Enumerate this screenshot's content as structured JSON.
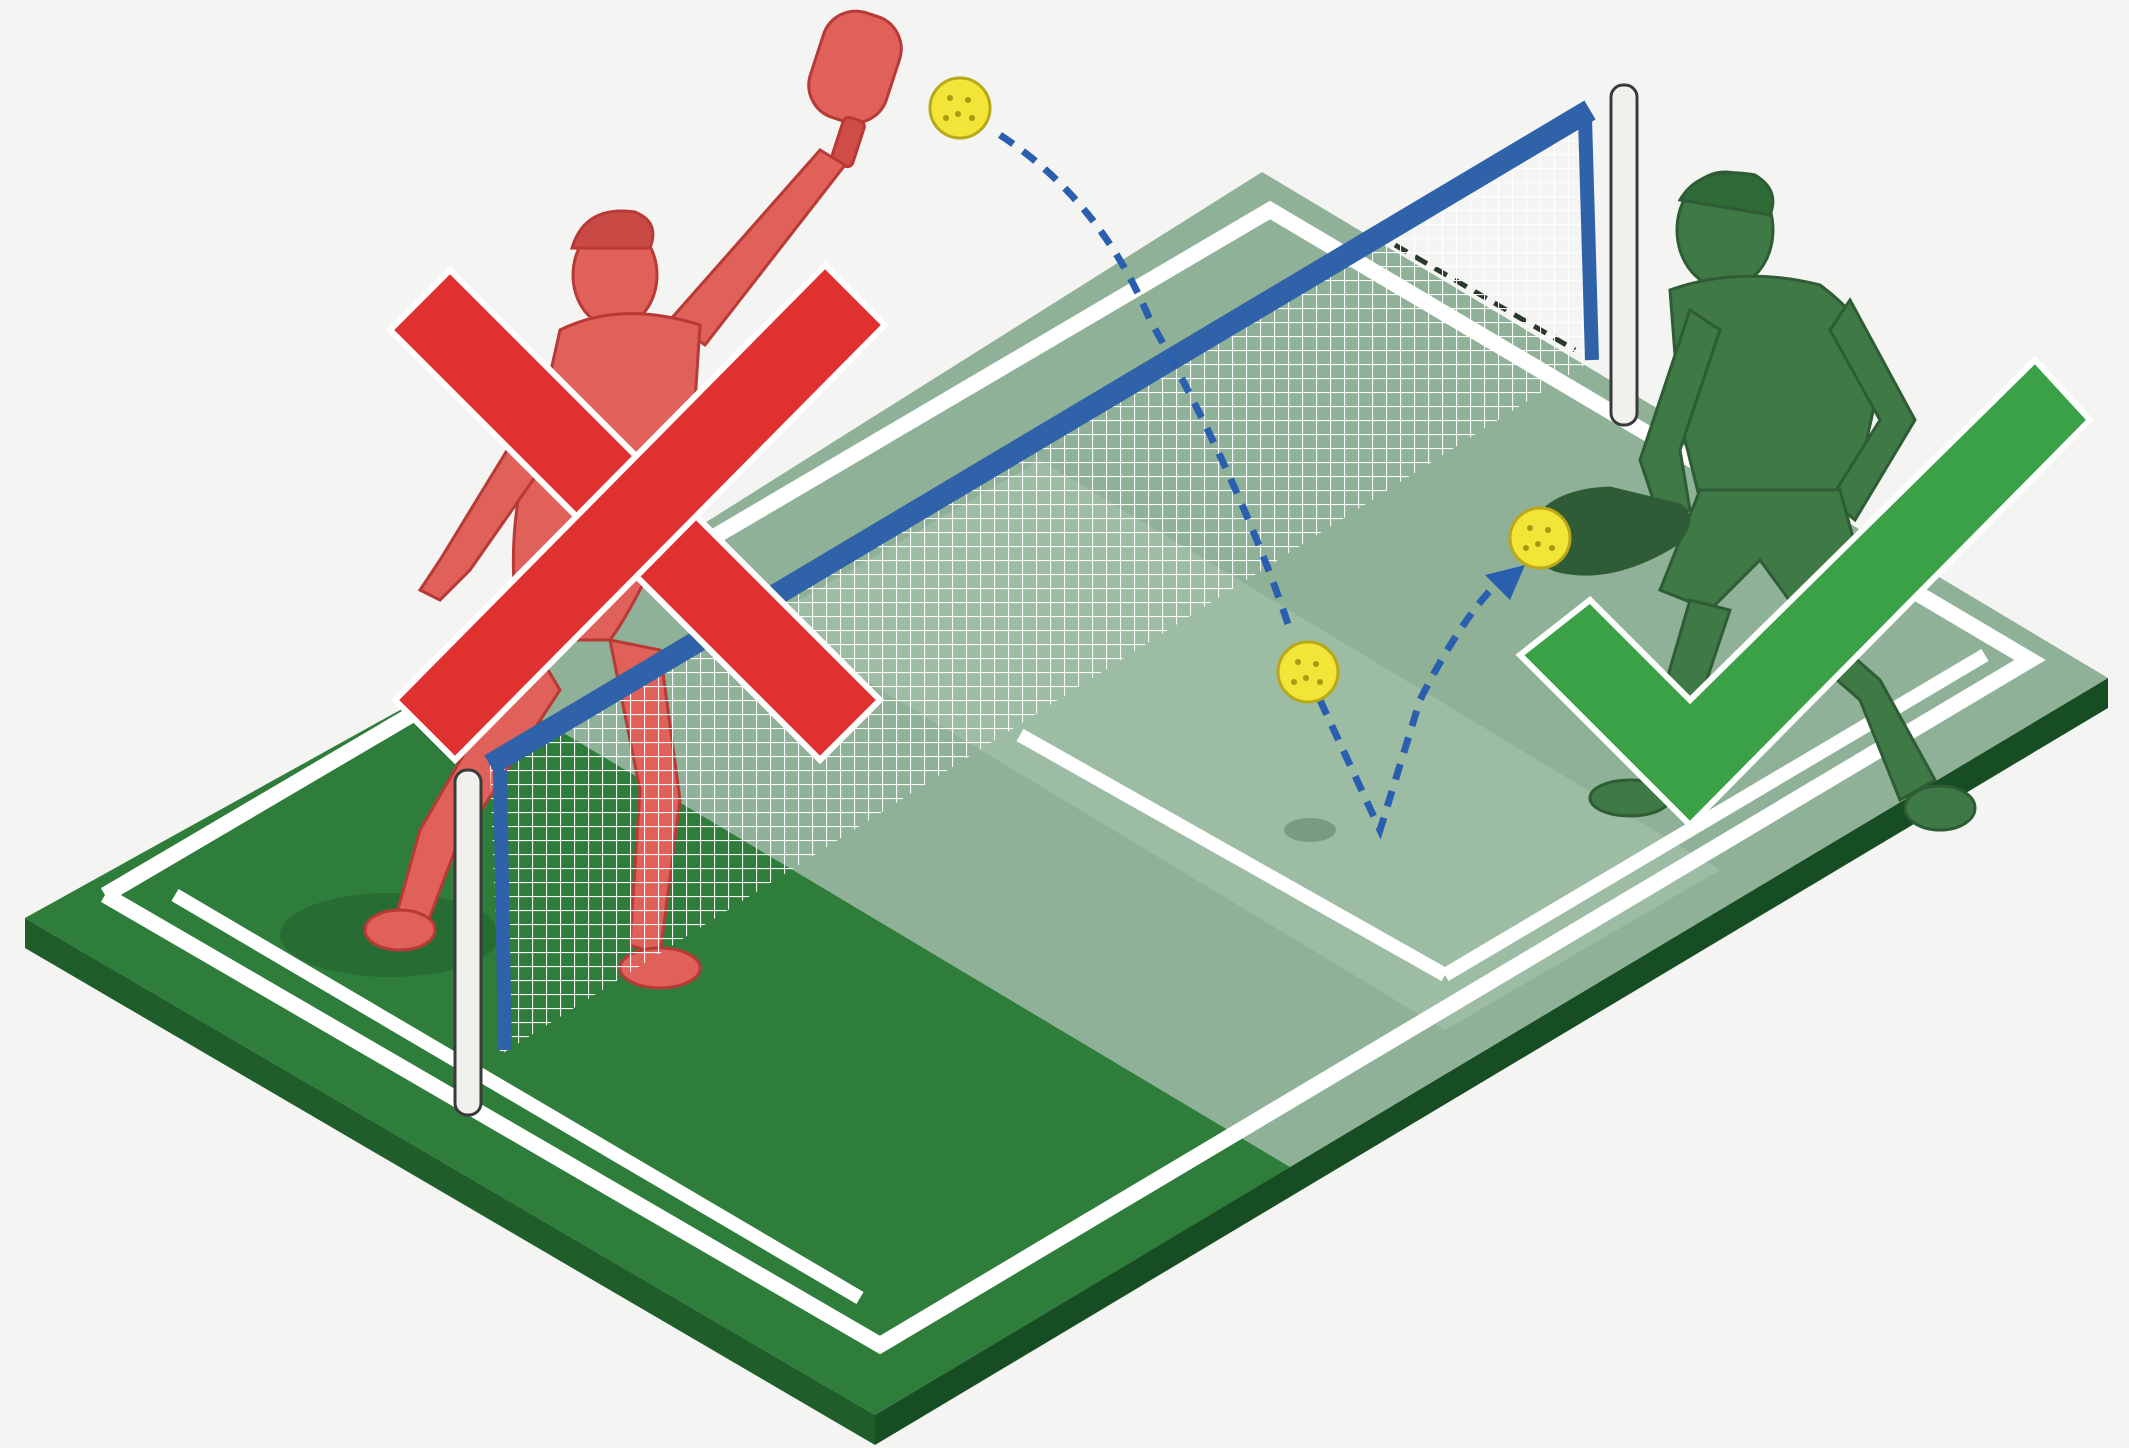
{
  "scene": {
    "subject": "pickleball-kitchen-volley-rule",
    "wrong_side": {
      "player": "volleying-player-in-kitchen",
      "verdict_icon": "x-mark-icon"
    },
    "right_side": {
      "player": "waiting-player-letting-ball-bounce",
      "verdict_icon": "check-mark-icon"
    }
  },
  "colors": {
    "background": "#f4f4f2",
    "court_dark": "#2d7a3a",
    "court_light": "#7fa88a",
    "court_edge": "#1f5e2b",
    "line_white": "#ffffff",
    "net_band": "#2f62a8",
    "wrong_red": "#e03131",
    "wrong_figure": "#e0605a",
    "right_green": "#3aa146",
    "right_figure": "#3f7a46",
    "ball_yellow": "#f2e537",
    "trajectory_blue": "#2a5fb0"
  }
}
